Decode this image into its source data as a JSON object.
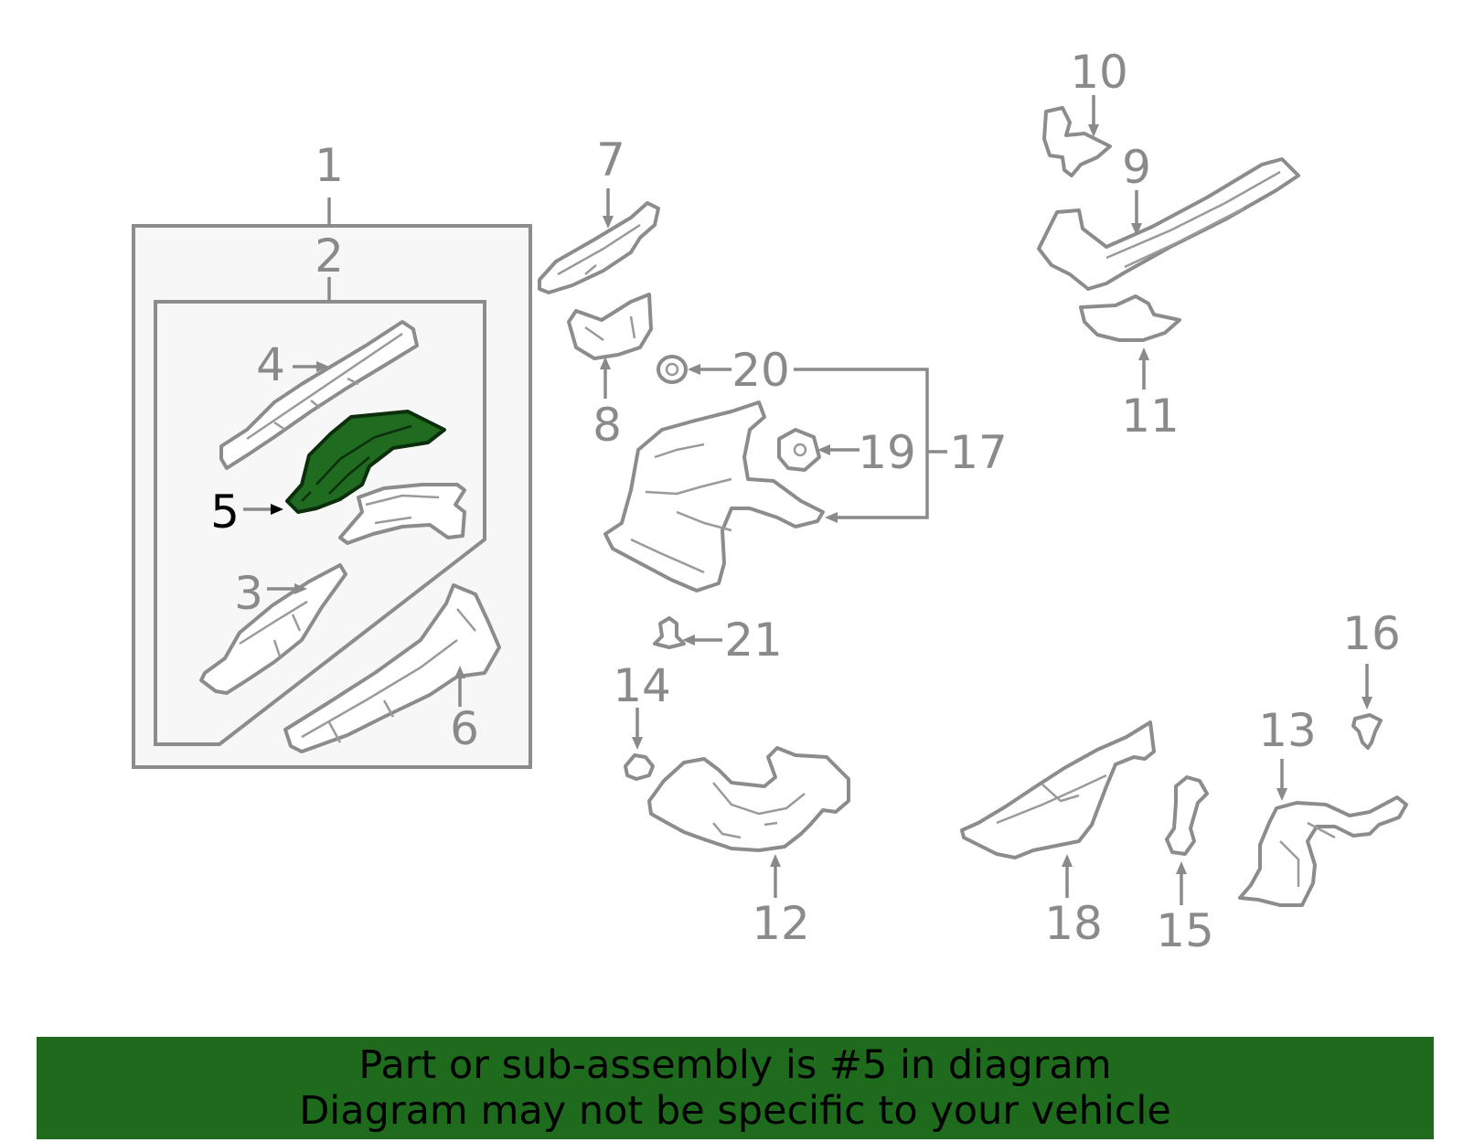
{
  "diagram": {
    "highlight_color": "#1e6b1e",
    "selected_part": "5",
    "callouts": [
      "1",
      "2",
      "3",
      "4",
      "5",
      "6",
      "7",
      "8",
      "9",
      "10",
      "11",
      "12",
      "13",
      "14",
      "15",
      "16",
      "17",
      "18",
      "19",
      "20",
      "21"
    ]
  },
  "banner": {
    "line1": "Part or sub-assembly is #5 in diagram",
    "line2": "Diagram may not be specific to your vehicle"
  }
}
